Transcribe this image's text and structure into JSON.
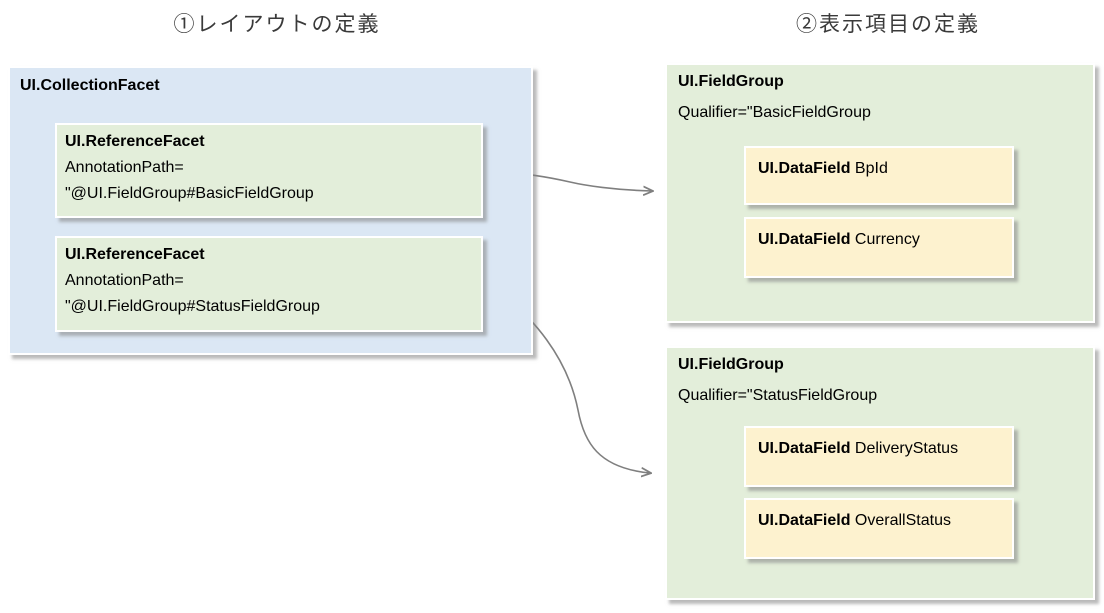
{
  "titles": {
    "left": "①レイアウトの定義",
    "right": "②表示項目の定義"
  },
  "collection_facet": {
    "title": "UI.CollectionFacet",
    "reference_facets": [
      {
        "title": "UI.ReferenceFacet",
        "line1": "AnnotationPath=",
        "line2": "\"@UI.FieldGroup#BasicFieldGroup"
      },
      {
        "title": "UI.ReferenceFacet",
        "line1": "AnnotationPath=",
        "line2": "\"@UI.FieldGroup#StatusFieldGroup"
      }
    ]
  },
  "field_groups": [
    {
      "title": "UI.FieldGroup",
      "qualifier": "Qualifier=\"BasicFieldGroup",
      "fields": [
        {
          "label": "UI.DataField",
          "value": "BpId"
        },
        {
          "label": "UI.DataField",
          "value": "Currency"
        }
      ]
    },
    {
      "title": "UI.FieldGroup",
      "qualifier": "Qualifier=\"StatusFieldGroup",
      "fields": [
        {
          "label": "UI.DataField",
          "value": "DeliveryStatus"
        },
        {
          "label": "UI.DataField",
          "value": "OverallStatus"
        }
      ]
    }
  ],
  "colors": {
    "collection_facet_fill": "#dbe7f4",
    "field_group_fill": "#e3eeda",
    "data_field_fill": "#fdf2cf",
    "box_border": "#ffffff",
    "connector": "#7f7f7f",
    "title_text": "#3a3a3a",
    "body_text": "#000000"
  }
}
